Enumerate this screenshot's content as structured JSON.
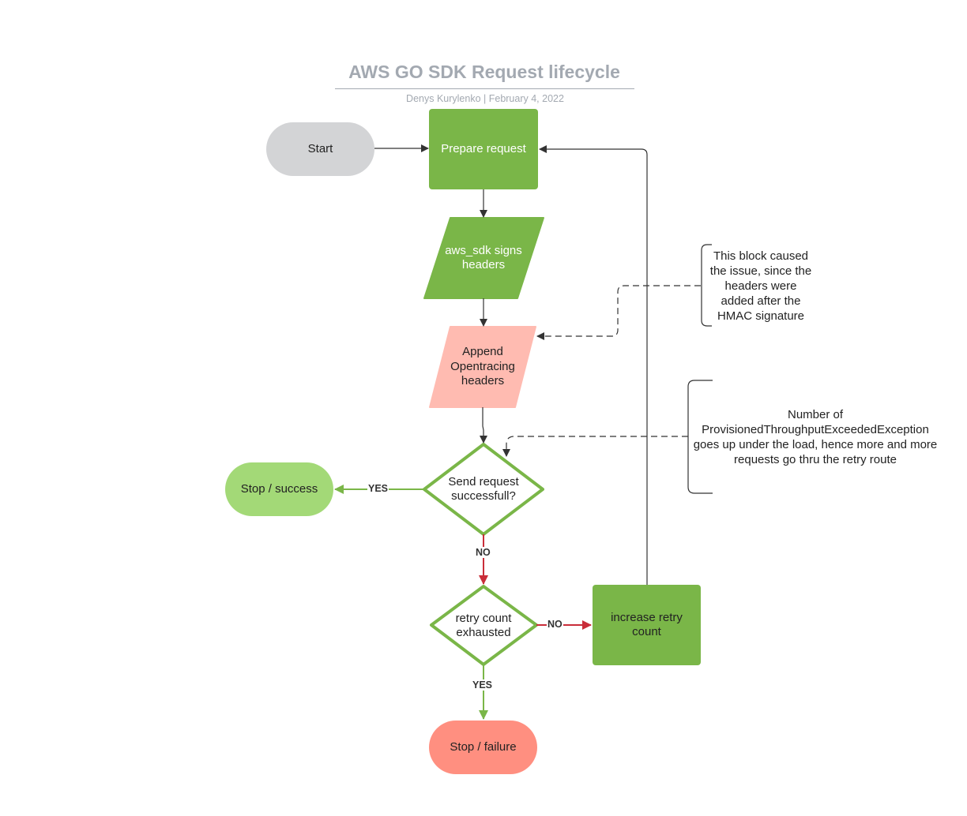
{
  "diagram": {
    "title": "AWS GO SDK Request lifecycle",
    "subtitle": "Denys Kurylenko  |  February 4, 2022",
    "nodes": {
      "start": "Start",
      "prepare": "Prepare request",
      "sign": "aws_sdk signs headers",
      "append": "Append Opentracing headers",
      "send": "Send  request successfull?",
      "success": "Stop / success",
      "retry_check": "retry count exhausted",
      "increase": "increase retry count",
      "failure": "Stop / failure"
    },
    "edge_labels": {
      "send_yes": "YES",
      "send_no": "NO",
      "retry_no": "NO",
      "retry_yes": "YES"
    },
    "notes": {
      "block_issue": "This block caused the issue, since the headers were added after the HMAC signature",
      "throughput": "Number of ProvisionedThroughputExceededException goes up under the load, hence more and more requests go thru the retry route"
    },
    "colors": {
      "green": "#7ab648",
      "light_green": "#a3d977",
      "gray": "#d3d4d6",
      "pink": "#ffbbb1",
      "salmon": "#ff8f80",
      "decision_border": "#7ab648",
      "no_arrow": "#c92d39",
      "title_gray": "#a3a9b1"
    }
  }
}
